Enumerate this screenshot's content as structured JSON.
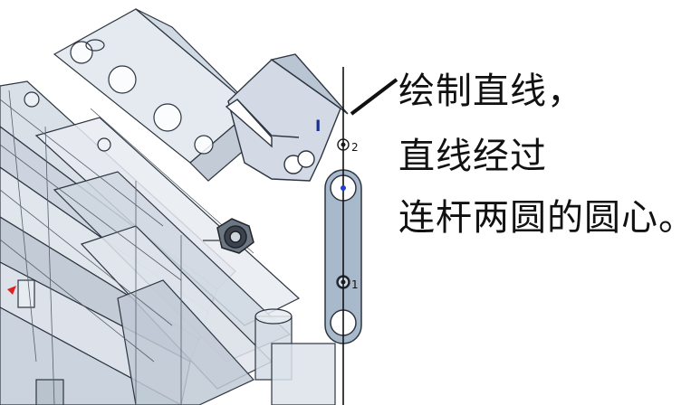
{
  "annotation": {
    "line1": "绘制直线，",
    "line2": "直线经过",
    "line3": "连杆两圆的圆心。"
  },
  "markers": {
    "top_point": "2",
    "bottom_point": "1",
    "cursor_glyph": "I"
  },
  "colors": {
    "part_fill": "#d6dde8",
    "part_stroke": "#2d3540",
    "link_fill": "#a9b9cc",
    "sketch_line": "#111111",
    "point_blue": "#1f3fd1"
  }
}
